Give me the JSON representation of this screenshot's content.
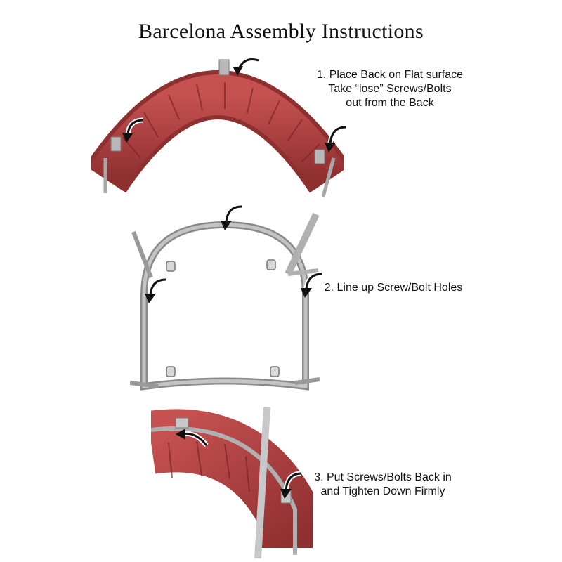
{
  "title": "Barcelona Assembly Instructions",
  "steps": [
    {
      "lines": [
        "1. Place Back on Flat surface",
        "Take “lose” Screws/Bolts",
        "out from the Back"
      ]
    },
    {
      "lines": [
        "2. Line up Screw/Bolt Holes"
      ]
    },
    {
      "lines": [
        "3. Put Screws/Bolts Back in",
        "and Tighten Down Firmly"
      ]
    }
  ],
  "colors": {
    "leather": "#b84545",
    "leather_dark": "#8e2f30",
    "steel": "#a8a8a8",
    "text": "#111111"
  },
  "icons": [
    "curved-arrow-icon"
  ]
}
